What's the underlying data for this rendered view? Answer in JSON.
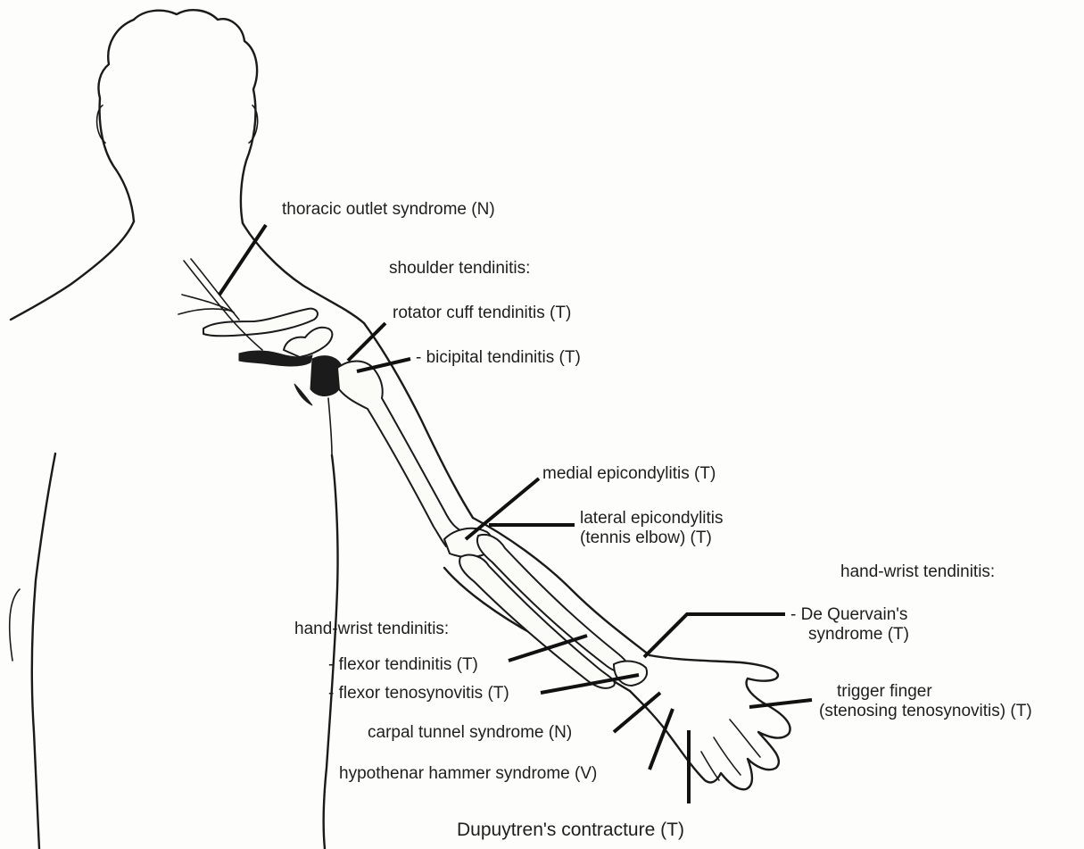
{
  "labels": {
    "thoracic_outlet": "thoracic outlet syndrome (N)",
    "shoulder_header": "shoulder tendinitis:",
    "rotator_cuff": "rotator cuff tendinitis (T)",
    "bicipital": "- bicipital tendinitis (T)",
    "medial_epicondylitis": "medial epicondylitis (T)",
    "lateral_epicondylitis_1": "lateral epicondylitis",
    "lateral_epicondylitis_2": "(tennis elbow) (T)",
    "hand_wrist_right_header": "hand-wrist tendinitis:",
    "de_quervain_1": "- De Quervain's",
    "de_quervain_2": "syndrome (T)",
    "hand_wrist_left_header": "hand-wrist tendinitis:",
    "flexor_tendinitis": "- flexor tendinitis (T)",
    "flexor_tenosynovitis": "- flexor tenosynovitis (T)",
    "trigger_finger_1": "trigger finger",
    "trigger_finger_2": "(stenosing tenosynovitis) (T)",
    "carpal_tunnel": "carpal tunnel syndrome (N)",
    "hypothenar_hammer": "hypothenar hammer syndrome (V)",
    "dupuytren": "Dupuytren's contracture (T)"
  }
}
